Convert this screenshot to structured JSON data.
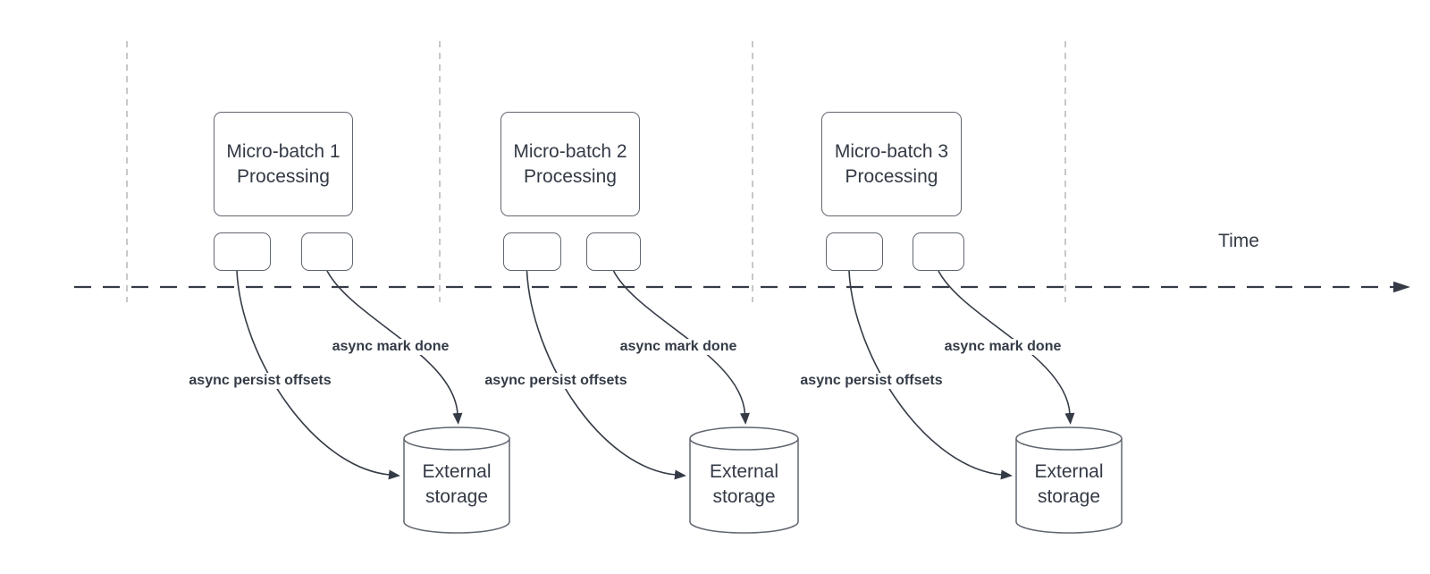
{
  "diagram": {
    "time_axis_label": "Time",
    "batches": [
      {
        "processing_label": "Micro-batch 1\nProcessing",
        "persist_arrow_label": "async persist offsets",
        "mark_done_arrow_label": "async mark done",
        "storage_label": "External\nstorage"
      },
      {
        "processing_label": "Micro-batch 2\nProcessing",
        "persist_arrow_label": "async persist offsets",
        "mark_done_arrow_label": "async mark done",
        "storage_label": "External\nstorage"
      },
      {
        "processing_label": "Micro-batch 3\nProcessing",
        "persist_arrow_label": "async persist offsets",
        "mark_done_arrow_label": "async mark done",
        "storage_label": "External\nstorage"
      }
    ],
    "colors": {
      "background": "#ffffff",
      "line_dark": "#343b46",
      "text_dark": "#333a45",
      "shape_stroke": "#60666f",
      "guide_line": "#b3b6ba"
    }
  }
}
